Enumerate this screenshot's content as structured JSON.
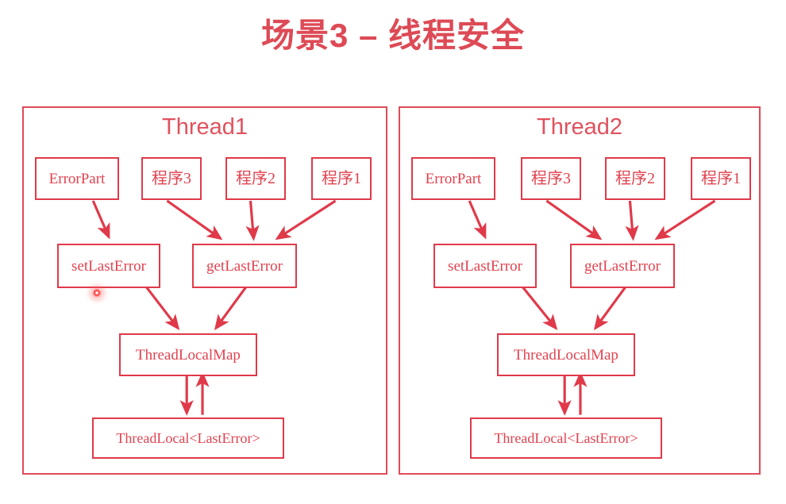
{
  "slide": {
    "title": "场景3 – 线程安全",
    "title_color": "#dd4a55",
    "background_color": "#ffffff",
    "accent_color": "#e03a4a"
  },
  "panels": [
    {
      "id": "thread1",
      "title": "Thread1",
      "nodes": {
        "error_part": "ErrorPart",
        "program3": "程序3",
        "program2": "程序2",
        "program1": "程序1",
        "set_last_error": "setLastError",
        "get_last_error": "getLastError",
        "thread_local_map": "ThreadLocalMap",
        "thread_local": "ThreadLocal<LastError>"
      }
    },
    {
      "id": "thread2",
      "title": "Thread2",
      "nodes": {
        "error_part": "ErrorPart",
        "program3": "程序3",
        "program2": "程序2",
        "program1": "程序1",
        "set_last_error": "setLastError",
        "get_last_error": "getLastError",
        "thread_local_map": "ThreadLocalMap",
        "thread_local": "ThreadLocal<LastError>"
      }
    }
  ],
  "edges": [
    {
      "from": "ErrorPart",
      "to": "setLastError",
      "direction": "one-way"
    },
    {
      "from": "程序3",
      "to": "getLastError",
      "direction": "one-way"
    },
    {
      "from": "程序2",
      "to": "getLastError",
      "direction": "one-way"
    },
    {
      "from": "程序1",
      "to": "getLastError",
      "direction": "one-way"
    },
    {
      "from": "setLastError",
      "to": "ThreadLocalMap",
      "direction": "one-way"
    },
    {
      "from": "getLastError",
      "to": "ThreadLocalMap",
      "direction": "one-way"
    },
    {
      "from": "ThreadLocalMap",
      "to": "ThreadLocal<LastError>",
      "direction": "bidirectional"
    }
  ],
  "cursor": {
    "type": "laser-pointer-dot",
    "color": "#ff2b2b"
  }
}
